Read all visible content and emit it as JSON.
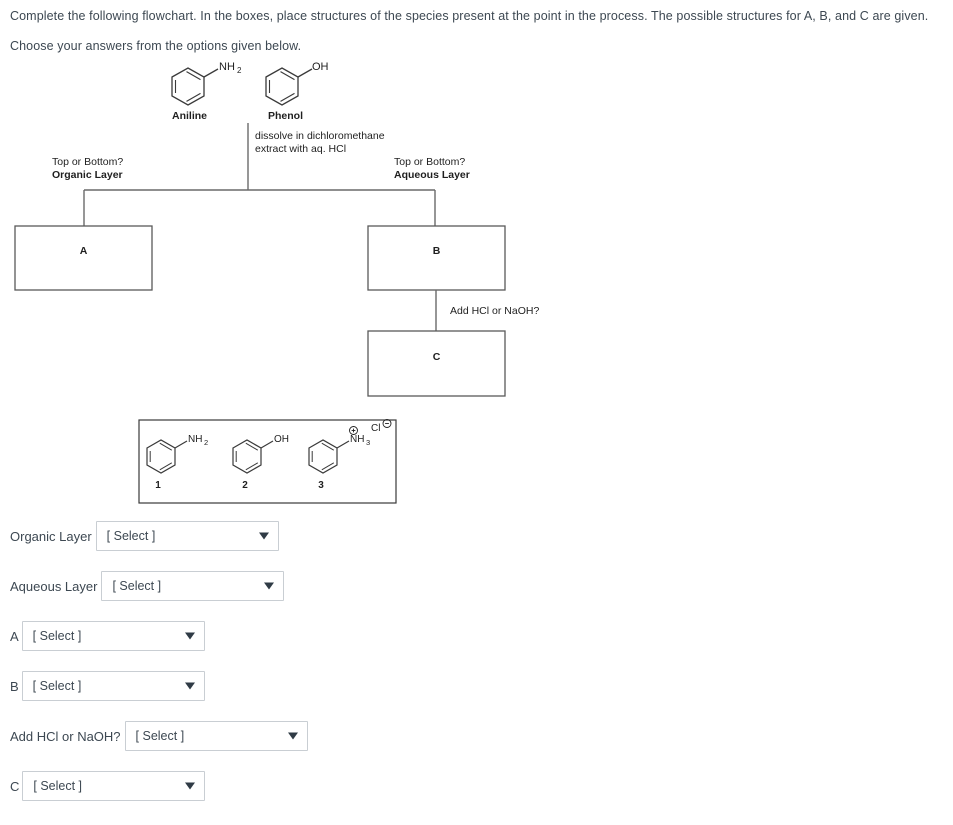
{
  "prompt": {
    "line1": "Complete the following flowchart. In the boxes, place structures of the species present at the point in the process. The possible structures for A, B, and C are given.",
    "line2": "Choose your answers from the options given below."
  },
  "flowchart": {
    "starting_materials": [
      {
        "name": "Aniline",
        "substituent": "NH2"
      },
      {
        "name": "Phenol",
        "substituent": "OH"
      }
    ],
    "process_note": {
      "line1": "dissolve in dichloromethane",
      "line2": "extract with aq. HCl"
    },
    "branches": {
      "left": {
        "question": "Top or Bottom?",
        "layer": "Organic Layer"
      },
      "right": {
        "question": "Top or Bottom?",
        "layer": "Aqueous Layer"
      }
    },
    "boxes": [
      {
        "id": "A",
        "label": "A"
      },
      {
        "id": "B",
        "label": "B"
      },
      {
        "id": "C",
        "label": "C"
      }
    ],
    "edge_labels": [
      {
        "id": "b-to-c",
        "text": "Add HCl or NaOH?"
      }
    ]
  },
  "options_panel": {
    "options": [
      {
        "number": "1",
        "substituent": "NH2",
        "charge": ""
      },
      {
        "number": "2",
        "substituent": "OH",
        "charge": ""
      },
      {
        "number": "3",
        "substituent": "NH3",
        "charge": "+",
        "counter_ion": "Cl",
        "counter_charge": "-"
      }
    ]
  },
  "answers": {
    "rows": [
      {
        "id": "organic",
        "label": "Organic Layer",
        "value": "[ Select ]"
      },
      {
        "id": "aqueous",
        "label": "Aqueous Layer",
        "value": "[ Select ]"
      },
      {
        "id": "a",
        "label": "A",
        "value": "[ Select ]"
      },
      {
        "id": "b",
        "label": "B",
        "value": "[ Select ]"
      },
      {
        "id": "acid",
        "label": "Add HCl or NaOH?",
        "value": "[ Select ]"
      },
      {
        "id": "c",
        "label": "C",
        "value": "[ Select ]"
      }
    ]
  },
  "colors": {
    "text": "#3d4852",
    "line": "#595959",
    "border": "#c9ced3",
    "background": "#ffffff"
  }
}
